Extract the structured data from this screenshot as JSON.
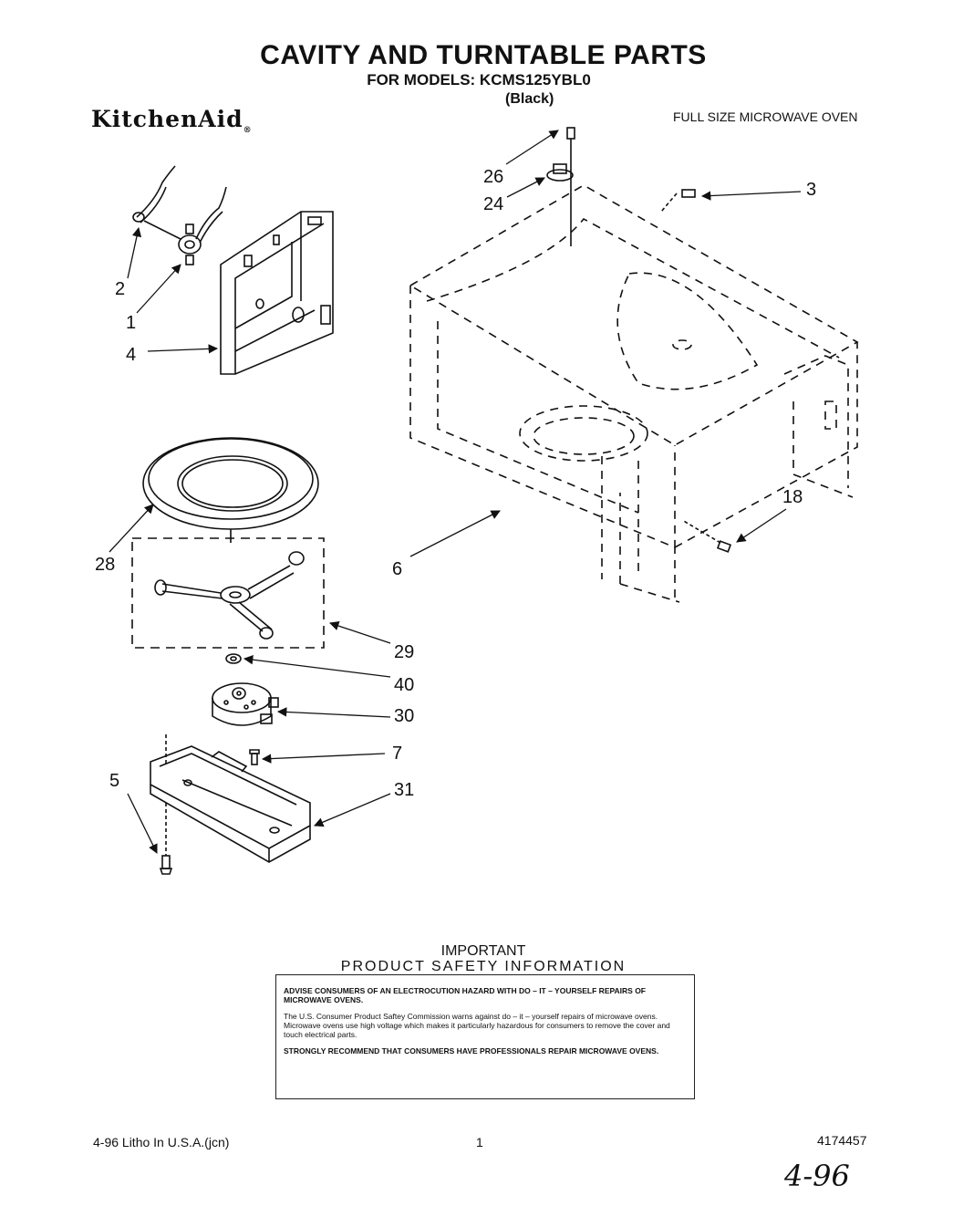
{
  "header": {
    "title": "CAVITY AND TURNTABLE PARTS",
    "models": "FOR MODELS: KCMS125YBL0",
    "variant": "(Black)",
    "brand": "KitchenAid",
    "brand_mark": "®",
    "oven_type": "FULL SIZE MICROWAVE OVEN"
  },
  "callouts": {
    "c26": "26",
    "c24": "24",
    "c3": "3",
    "c2": "2",
    "c1": "1",
    "c4": "4",
    "c18": "18",
    "c28": "28",
    "c6": "6",
    "c29": "29",
    "c40": "40",
    "c30": "30",
    "c7": "7",
    "c5": "5",
    "c31": "31"
  },
  "notice": {
    "title": "IMPORTANT",
    "subtitle": "PRODUCT   SAFETY   INFORMATION",
    "para1": "ADVISE CONSUMERS OF AN ELECTROCUTION HAZARD WITH DO – IT – YOURSELF REPAIRS OF MICROWAVE OVENS.",
    "para2": "The U.S. Consumer Product Saftey Commission warns against do – it – yourself repairs of microwave ovens. Microwave ovens use high voltage which makes it particularly hazardous for consumers to remove the cover and touch electrical parts.",
    "para3": "STRONGLY RECOMMEND THAT CONSUMERS HAVE PROFESSIONALS REPAIR MICROWAVE OVENS."
  },
  "footer": {
    "print_info": "4-96 Litho In U.S.A.(jcn)",
    "page": "1",
    "part_number": "4174457",
    "handwritten": "4-96"
  }
}
